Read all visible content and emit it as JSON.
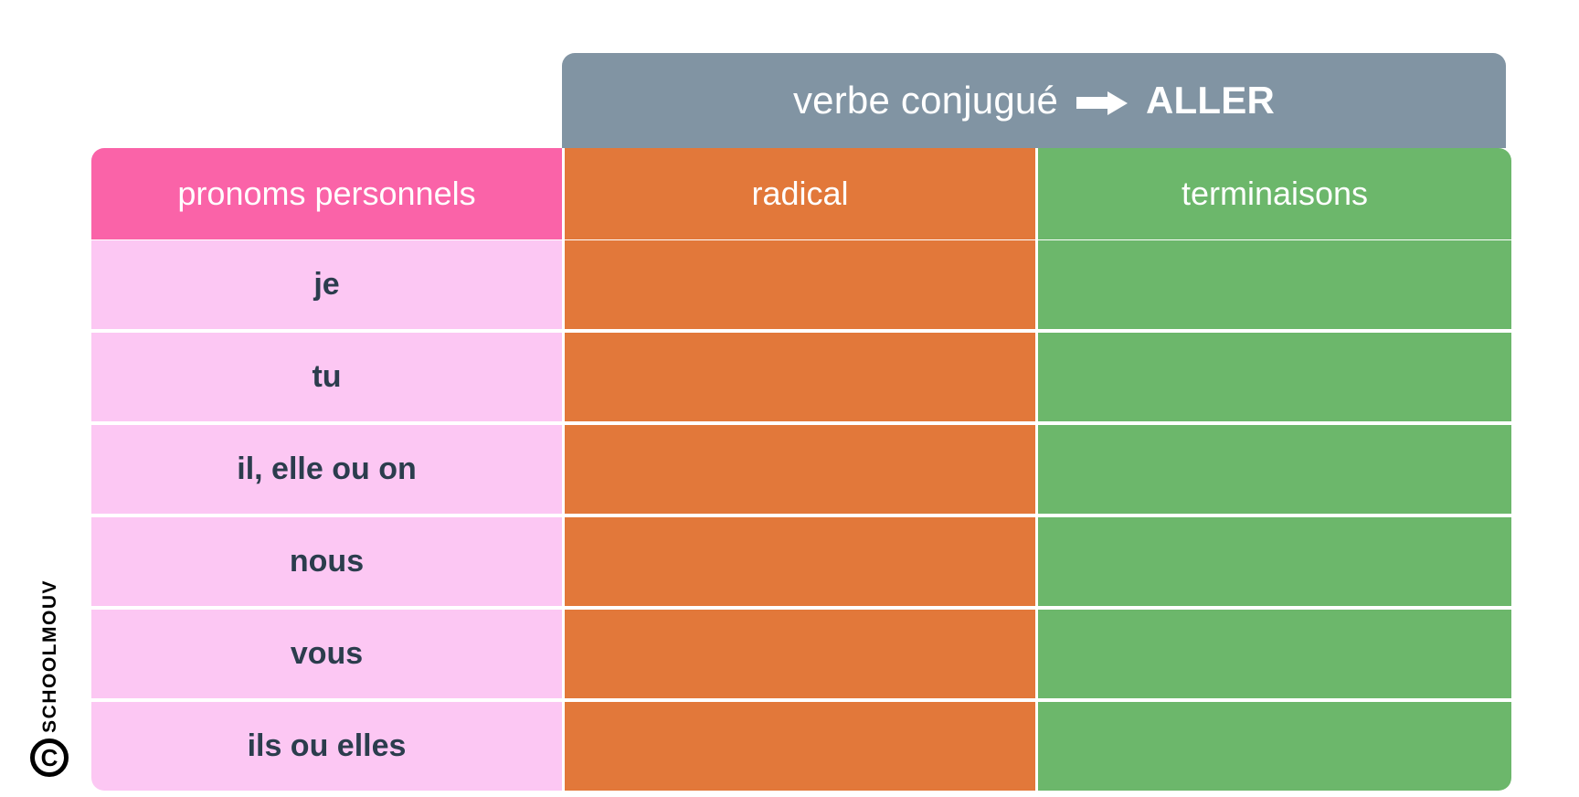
{
  "watermark": {
    "brand": "SCHOOLMOUV",
    "mark": "C"
  },
  "table": {
    "banner": {
      "label": "verbe conjugué",
      "arrow_icon": "right-arrow-icon",
      "verb": "ALLER"
    },
    "columns": [
      {
        "key": "pronoun",
        "label": "pronoms personnels",
        "color": "#fa63a8"
      },
      {
        "key": "radical",
        "label": "radical",
        "color": "#e2783a"
      },
      {
        "key": "terminaison",
        "label": "terminaisons",
        "color": "#6cb76b"
      }
    ],
    "rows": [
      {
        "pronoun": "je",
        "radical": "",
        "terminaison": ""
      },
      {
        "pronoun": "tu",
        "radical": "",
        "terminaison": ""
      },
      {
        "pronoun": "il, elle ou on",
        "radical": "",
        "terminaison": ""
      },
      {
        "pronoun": "nous",
        "radical": "",
        "terminaison": ""
      },
      {
        "pronoun": "vous",
        "radical": "",
        "terminaison": ""
      },
      {
        "pronoun": "ils ou elles",
        "radical": "",
        "terminaison": ""
      }
    ]
  },
  "colors": {
    "banner": "#8194a3",
    "pronoun_header": "#fa63a8",
    "pronoun_row": "#fcc7f3",
    "radical": "#e2783a",
    "terminaison": "#6cb76b",
    "text_dark": "#2b3d4d",
    "text_light": "#ffffff",
    "background": "#ffffff"
  }
}
